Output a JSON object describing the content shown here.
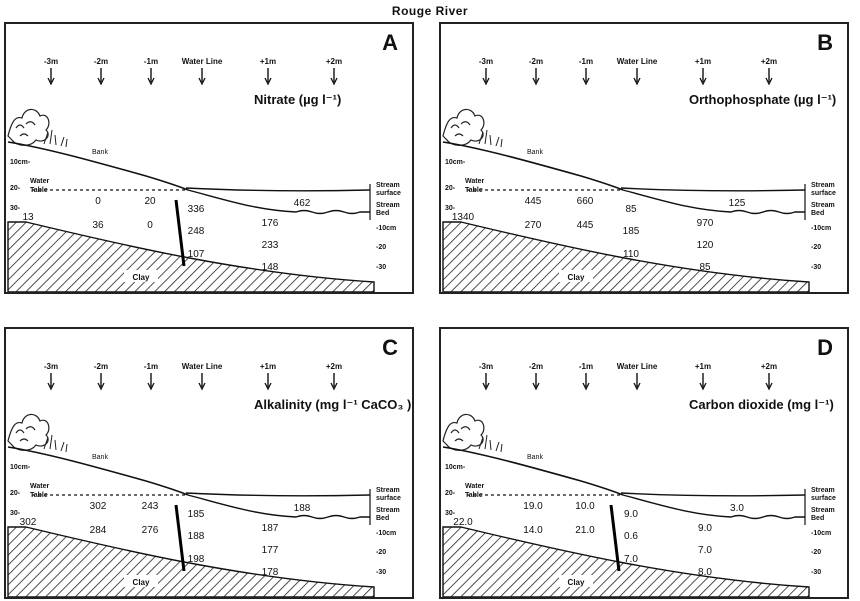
{
  "title": "Rouge River",
  "panels": [
    {
      "letter": "A",
      "param": "Nitrate  (µg l⁻¹)",
      "distances": [
        "-3m",
        "-2m",
        "-1m",
        "Water Line",
        "+1m",
        "+2m"
      ],
      "depth_left": [
        "10cm-",
        "20-",
        "30-"
      ],
      "depth_right": [
        "-10cm",
        "-20",
        "-30"
      ],
      "stream_surface": "Stream\nsurface",
      "stream_bed": "Stream\nBed",
      "bank": "Bank",
      "water_table": "Water\nTable",
      "clay": "Clay",
      "values": {
        "wt_row": [
          "0",
          "20"
        ],
        "left": "13",
        "row2": [
          "36",
          "0"
        ],
        "col_wl": [
          "336",
          "248",
          "107"
        ],
        "col_1m": [
          "176",
          "233",
          "148"
        ],
        "stream": "462"
      },
      "has_bar": true
    },
    {
      "letter": "B",
      "param": "Orthophosphate  (µg l⁻¹)",
      "distances": [
        "-3m",
        "-2m",
        "-1m",
        "Water Line",
        "+1m",
        "+2m"
      ],
      "depth_left": [
        "10cm-",
        "20-",
        "30-"
      ],
      "depth_right": [
        "-10cm",
        "-20",
        "-30"
      ],
      "stream_surface": "Stream\nsurface",
      "stream_bed": "Stream\nBed",
      "bank": "Bank",
      "water_table": "Water\nTable",
      "clay": "Clay",
      "values": {
        "wt_row": [
          "445",
          "660"
        ],
        "left": "1340",
        "row2": [
          "270",
          "445"
        ],
        "col_wl": [
          "85",
          "185",
          "110"
        ],
        "col_1m": [
          "970",
          "120",
          "85"
        ],
        "stream": "125"
      },
      "has_bar": false
    },
    {
      "letter": "C",
      "param": "Alkalinity  (mg l⁻¹ CaCO₃ )",
      "distances": [
        "-3m",
        "-2m",
        "-1m",
        "Water Line",
        "+1m",
        "+2m"
      ],
      "depth_left": [
        "10cm-",
        "20-",
        "30-"
      ],
      "depth_right": [
        "-10cm",
        "-20",
        "-30"
      ],
      "stream_surface": "Stream\nsurface",
      "stream_bed": "Stream\nBed",
      "bank": "Bank",
      "water_table": "Water\nTable",
      "clay": "Clay",
      "values": {
        "wt_row": [
          "302",
          "243"
        ],
        "left": "302",
        "row2": [
          "284",
          "276"
        ],
        "col_wl": [
          "185",
          "188",
          "198"
        ],
        "col_1m": [
          "187",
          "177",
          "178"
        ],
        "stream": "188"
      },
      "has_bar": true
    },
    {
      "letter": "D",
      "param": "Carbon  dioxide  (mg l⁻¹)",
      "distances": [
        "-3m",
        "-2m",
        "-1m",
        "Water Line",
        "+1m",
        "+2m"
      ],
      "depth_left": [
        "10cm-",
        "20-",
        "30-"
      ],
      "depth_right": [
        "-10cm",
        "-20",
        "-30"
      ],
      "stream_surface": "Stream\nsurface",
      "stream_bed": "Stream\nBed",
      "bank": "Bank",
      "water_table": "Water\nTable",
      "clay": "Clay",
      "values": {
        "wt_row": [
          "19.0",
          "10.0"
        ],
        "left": "22.0",
        "row2": [
          "14.0",
          "21.0"
        ],
        "col_wl": [
          "9.0",
          "0.6",
          "7.0"
        ],
        "col_1m": [
          "9.0",
          "7.0",
          "8.0"
        ],
        "stream": "3.0"
      },
      "has_bar": true
    }
  ]
}
